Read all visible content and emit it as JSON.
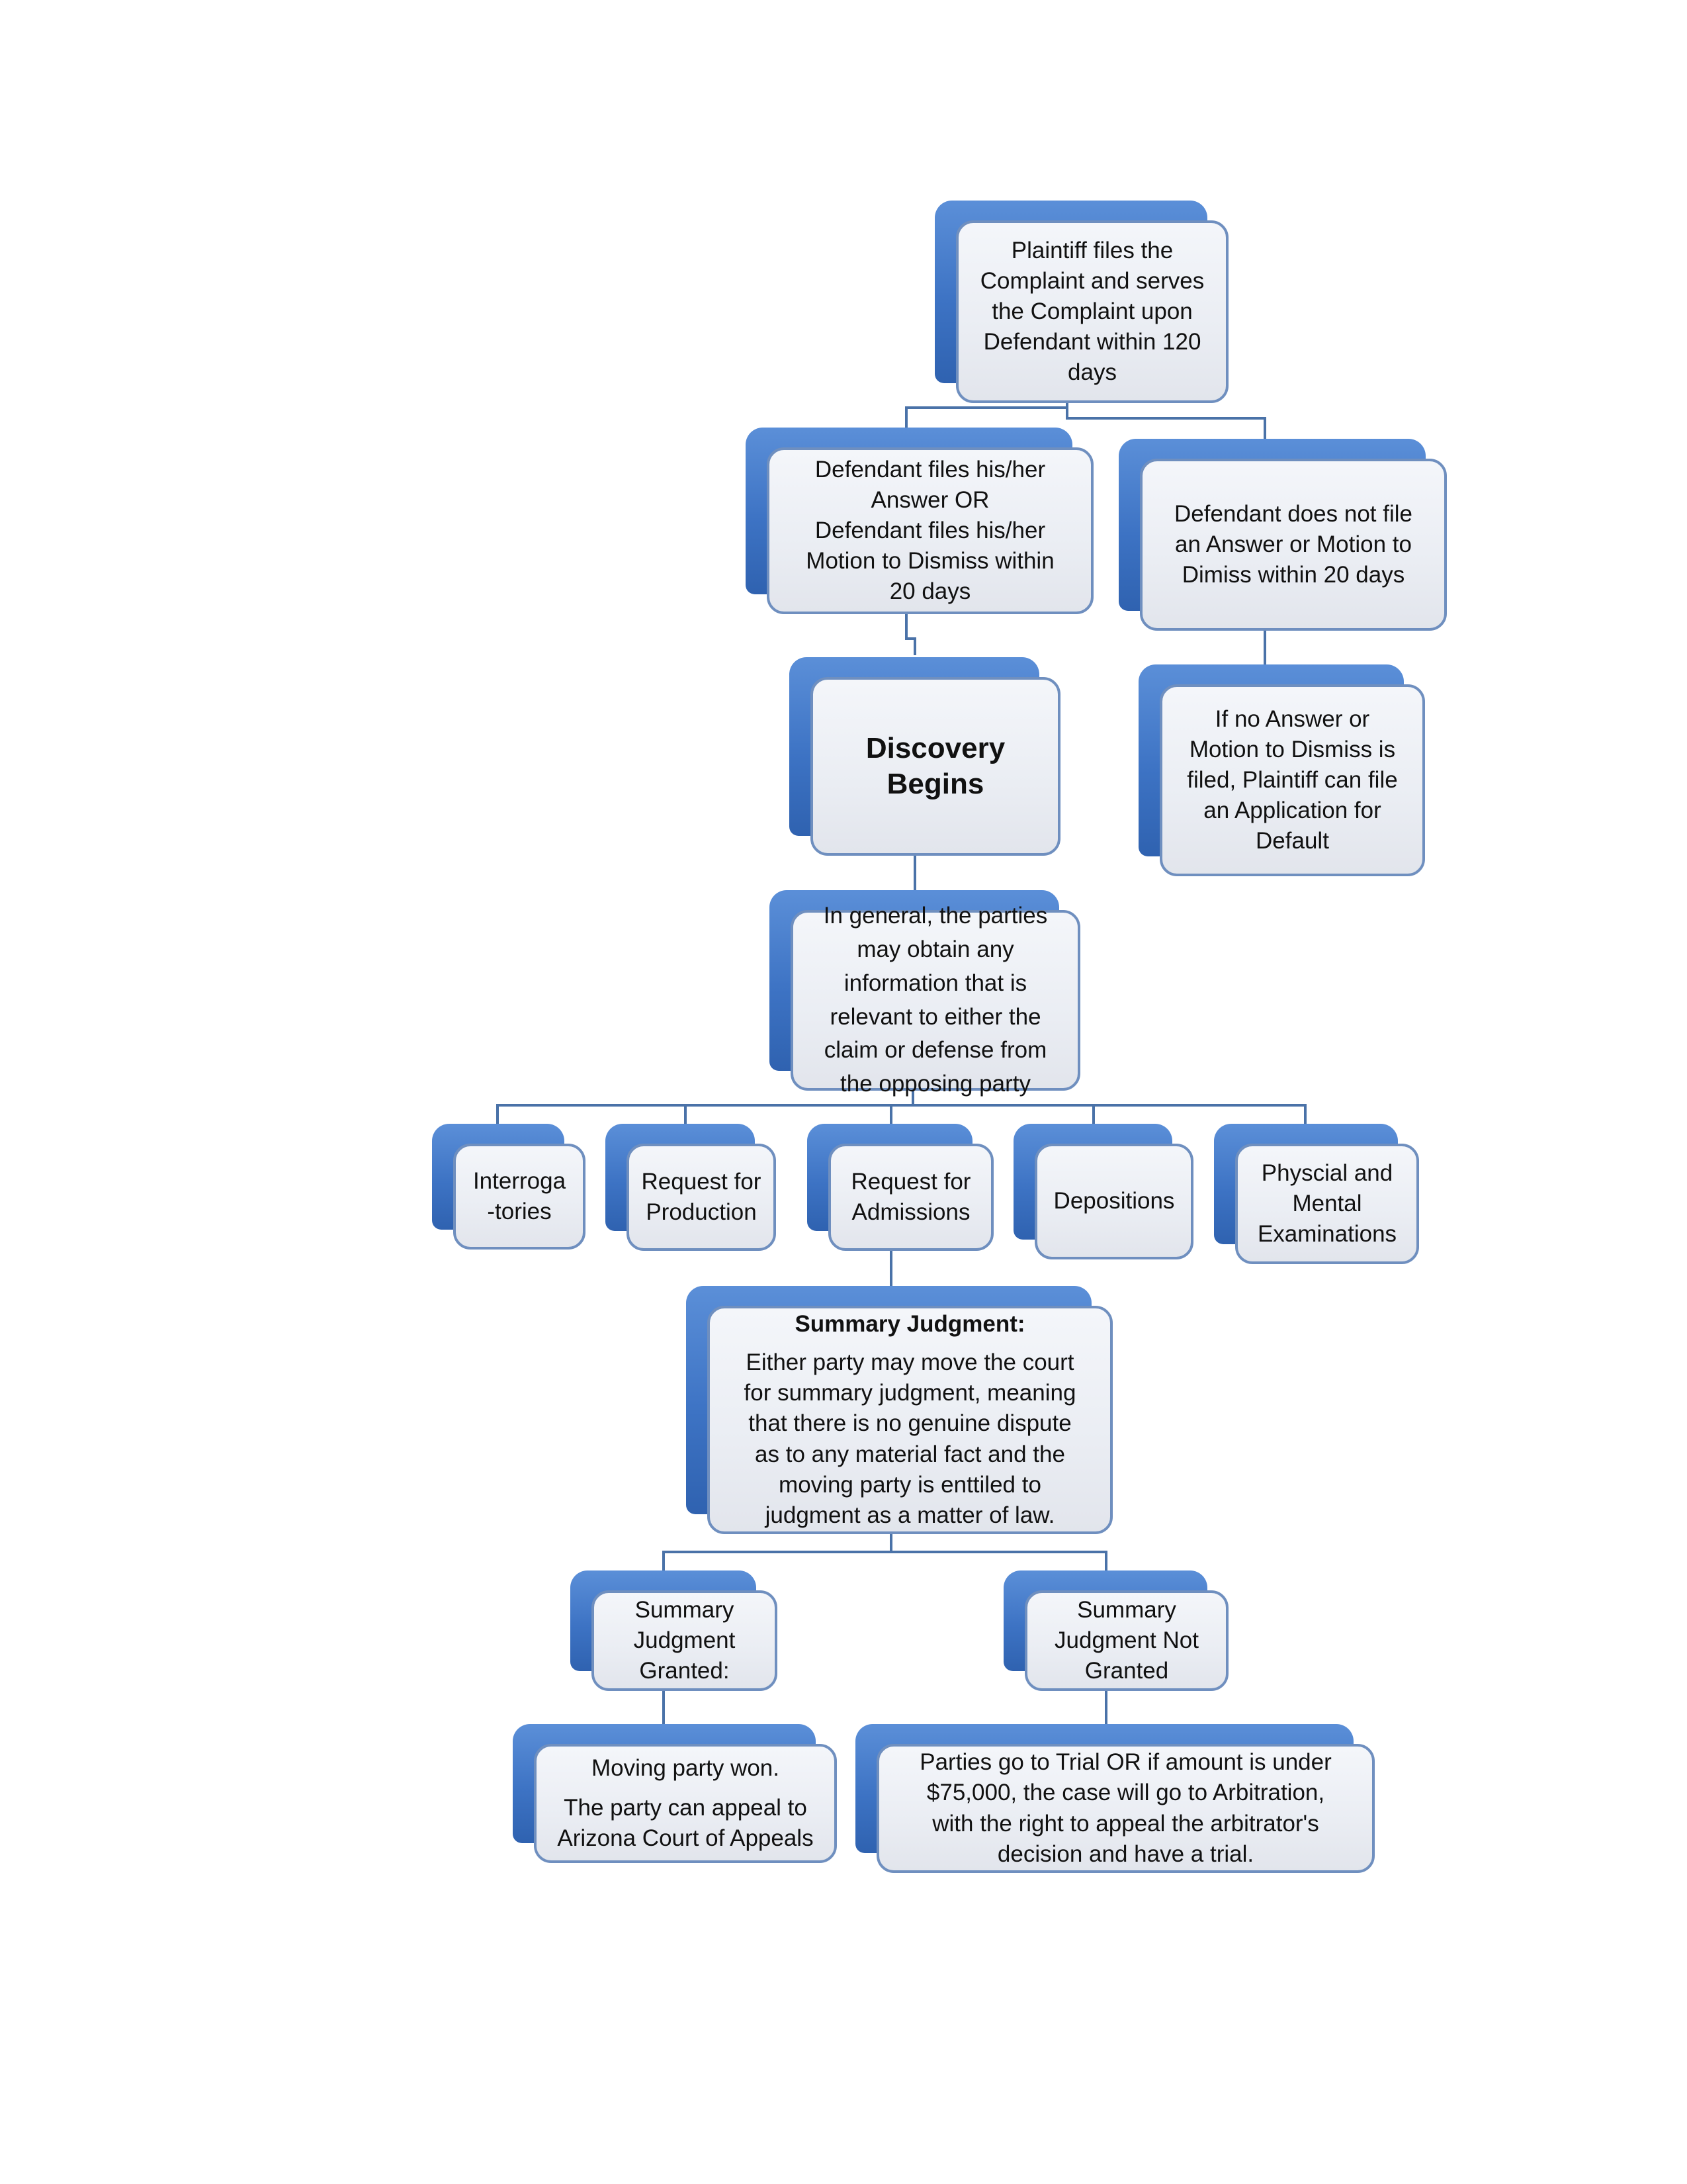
{
  "diagram": {
    "title": "",
    "nodes": {
      "plaintiff_files": "Plaintiff files the\nComplaint and serves\nthe Complaint upon\nDefendant within 120\ndays",
      "defendant_answers": "Defendant files his/her\nAnswer OR\nDefendant files his/her\nMotion to Dismiss within\n20 days",
      "defendant_no_answer": "Defendant does not file\nan Answer or Motion to\nDimiss within 20 days",
      "discovery_begins": "Discovery\nBegins",
      "default_application": "If no Answer or\nMotion to Dismiss is\nfiled, Plaintiff can file\nan Application for\nDefault",
      "discovery_scope": "In general, the parties\nmay obtain any\ninformation that is\nrelevant to either the\nclaim or defense from\nthe opposing party",
      "interrogatories": "Interroga\n-tories",
      "request_production": "Request for\nProduction",
      "request_admissions": "Request for\nAdmissions",
      "depositions": "Depositions",
      "examinations": "Physcial and\nMental\nExaminations",
      "summary_judgment_heading": "Summary Judgment:",
      "summary_judgment_body": "Either party may move the court\nfor summary judgment, meaning\nthat there is no genuine dispute\nas to any material fact and the\nmoving party is enttiled to\njudgment as a matter of law.",
      "sj_granted": "Summary\nJudgment\nGranted:",
      "sj_not_granted": "Summary\nJudgment Not\nGranted",
      "moving_party_won": "Moving party won.",
      "appeal": "The party can appeal to\nArizona Court of Appeals",
      "trial_or_arbitration": "Parties go to Trial OR if amount is under\n$75,000, the case will go to Arbitration,\nwith the right to appeal the arbitrator's\ndecision and have a trial."
    },
    "colors": {
      "box_back": "#3d73c4",
      "box_front": "#eaedf3",
      "box_border": "#6f8fbf",
      "connector": "#4a72a8"
    }
  }
}
